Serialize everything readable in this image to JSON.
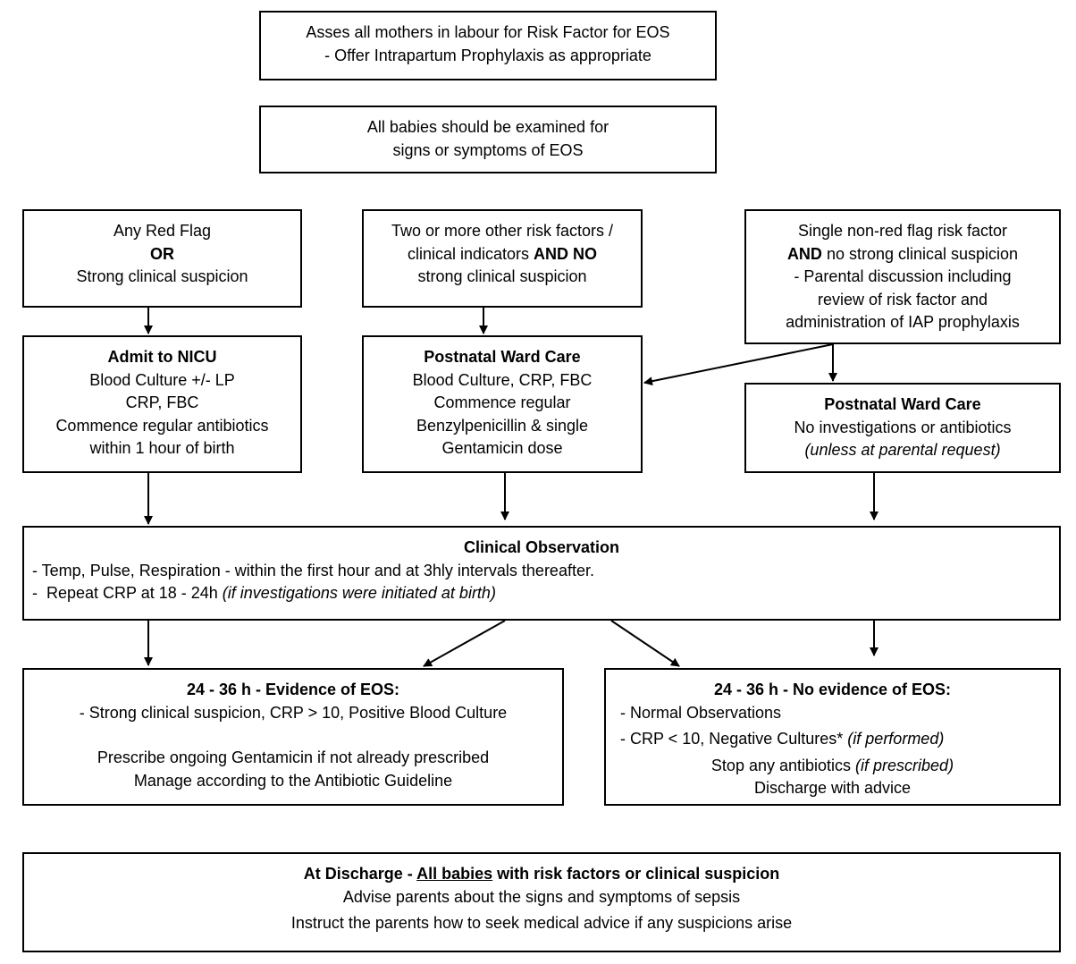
{
  "assess_box": {
    "line1": "Asses all mothers in labour for Risk Factor for EOS",
    "line2": "-  Offer  Intrapartum Prophylaxis as appropriate"
  },
  "examine_box": {
    "line1": "All babies should be examined for",
    "line2": "signs or symptoms of EOS"
  },
  "red_flag_box": {
    "line1": "Any Red Flag",
    "line2": "OR",
    "line3": "Strong clinical suspicion"
  },
  "two_risk_box": {
    "line1": "Two or more other risk factors /",
    "line2_pre": "clinical indicators ",
    "line2_bold": "AND NO",
    "line3": "strong clinical suspicion"
  },
  "single_risk_box": {
    "line1": "Single non-red flag risk factor",
    "line2_bold": "AND",
    "line2_rest": " no strong clinical suspicion",
    "line3": "- Parental discussion including",
    "line4": "review of risk factor and",
    "line5": "administration of  IAP prophylaxis"
  },
  "nicu_box": {
    "title": "Admit to NICU",
    "line1": "Blood Culture +/- LP",
    "line2": "CRP, FBC",
    "line3": "Commence regular antibiotics",
    "line4": "within 1 hour of birth"
  },
  "postnatal_mid_box": {
    "title": "Postnatal Ward Care",
    "line1": "Blood Culture, CRP, FBC",
    "line2": "Commence regular",
    "line3": "Benzylpenicillin & single",
    "line4": "Gentamicin dose"
  },
  "postnatal_right_box": {
    "title": "Postnatal Ward Care",
    "line1": "No investigations or antibiotics",
    "line2": "(unless at parental request)"
  },
  "observation_box": {
    "title": "Clinical Observation",
    "line1": " - Temp, Pulse, Respiration - within the first hour and at 3hly intervals thereafter.",
    "line2_pre": " -  Repeat CRP at 18 - 24h ",
    "line2_italic": "(if investigations were initiated at birth)"
  },
  "evidence_box": {
    "title": "24 - 36 h - Evidence of EOS:",
    "line1": "- Strong clinical suspicion, CRP > 10, Positive Blood Culture",
    "line2": "Prescribe ongoing Gentamicin if not already prescribed",
    "line3": "Manage according to the Antibiotic Guideline"
  },
  "no_evidence_box": {
    "title": "24 - 36 h - No evidence of EOS:",
    "line1": "- Normal Observations",
    "line2_pre": "- CRP < 10, Negative Cultures* ",
    "line2_italic": "(if performed)",
    "line3_pre": "Stop any antibiotics ",
    "line3_italic": "(if prescribed)",
    "line4": "Discharge with advice"
  },
  "discharge_box": {
    "title_pre": "At Discharge - ",
    "title_underline": "All babies",
    "title_post": " with risk factors or clinical suspicion",
    "line1": "Advise parents about the signs and symptoms of sepsis",
    "line2": "Instruct the parents how to seek medical advice if any suspicions arise"
  }
}
